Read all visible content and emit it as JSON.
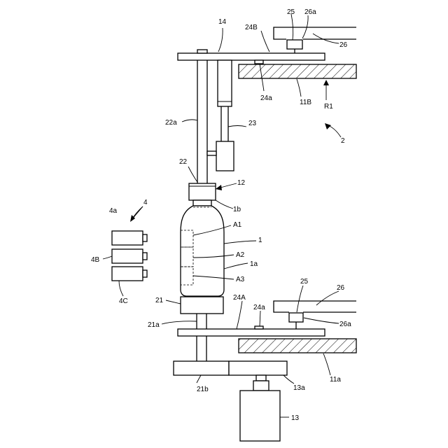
{
  "labels": {
    "l14": "14",
    "l24B": "24B",
    "l25_top": "25",
    "l26a_top": "26a",
    "l26_top": "26",
    "l24a_top": "24a",
    "l11B": "11B",
    "lR1": "R1",
    "l22a": "22a",
    "l23": "23",
    "l2": "2",
    "l22": "22",
    "l12": "12",
    "l1b": "1b",
    "l4a": "4a",
    "l4": "4",
    "lA1": "A1",
    "l1": "1",
    "l4B": "4B",
    "lA2": "A2",
    "l1a": "1a",
    "lA3": "A3",
    "l4C": "4C",
    "l21": "21",
    "l25_bot": "25",
    "l26_bot": "26",
    "l24A": "24A",
    "l24a_bot": "24a",
    "l26a_bot": "26a",
    "l21a": "21a",
    "l11a": "11a",
    "l21b": "21b",
    "l13a": "13a",
    "l13": "13"
  }
}
